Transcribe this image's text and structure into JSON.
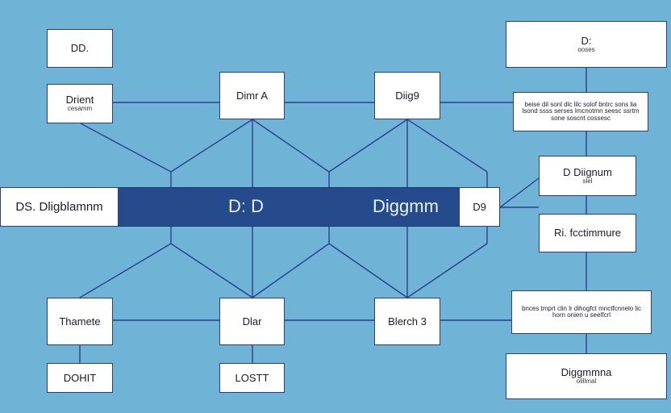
{
  "diagram": {
    "colors": {
      "background": "#6fb3d6",
      "band": "#264b8c",
      "line": "#2a3f8f",
      "box_border": "#2c3f7a"
    },
    "top_left_box": "DD.",
    "top_right_box": {
      "title": "D:",
      "sub": "ooses"
    },
    "left_box": {
      "title": "Drient",
      "sub": "cesamm"
    },
    "top_center_box_1": "Dimr A",
    "top_center_box_2": "Diig9",
    "right_note_1": "beise dil sonl dlc lilc solof bntrc sons lia lsond ssss serses lmcnotmn seesc ssrtm sone soscnt cossesc",
    "right_box_1": {
      "title": "D Diignum",
      "sub": "slel"
    },
    "band": {
      "left_label": "DS. Dligblamnm",
      "center_label": "D: D",
      "right_label": "Diggmm",
      "end_label": "D9"
    },
    "right_box_2": "Ri. fcctimmure",
    "right_note_2": "bnces tmprt clin lr dihogfct mnctfcnnelo lic horn onien u seelfcrl",
    "bottom_left_box": "Thamete",
    "bottom_center_box_1": "Dlar",
    "bottom_center_box_2": "Blerch 3",
    "bottom_right_box": {
      "title": "Diggmmna",
      "sub": "olillmal"
    },
    "bottom_box_1": "DOHIT",
    "bottom_box_2": "LOSTT"
  }
}
